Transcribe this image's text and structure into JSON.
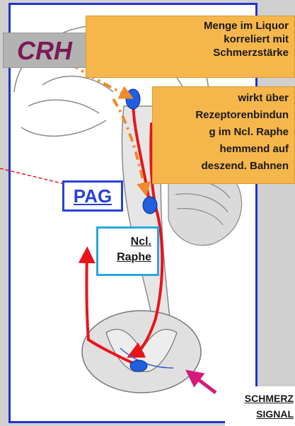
{
  "labels": {
    "crh": "CRH",
    "liquor": [
      "Menge im Liquor",
      "korreliert mit",
      "Schmerzstärke"
    ],
    "rezeptor": [
      "wirkt über",
      "Rezeptorenbindun",
      "g im Ncl. Raphe",
      "hemmend auf",
      "deszend. Bahnen"
    ],
    "pag": "PAG",
    "raphe": [
      "Ncl.",
      "Raphe"
    ],
    "schmerz": [
      "SCHMERZ",
      "SIGNAL"
    ]
  },
  "colors": {
    "frame": "#2233cc",
    "crh_text": "#7a1a55",
    "callout": "#f5b64c",
    "pathway": "#e8141a",
    "nucleus": "#1f5fe0",
    "pag_border": "#2a40d8",
    "raphe_border": "#29a7de",
    "signal_arrow": "#d4197a",
    "dash_arrow": "#f08a2a"
  }
}
